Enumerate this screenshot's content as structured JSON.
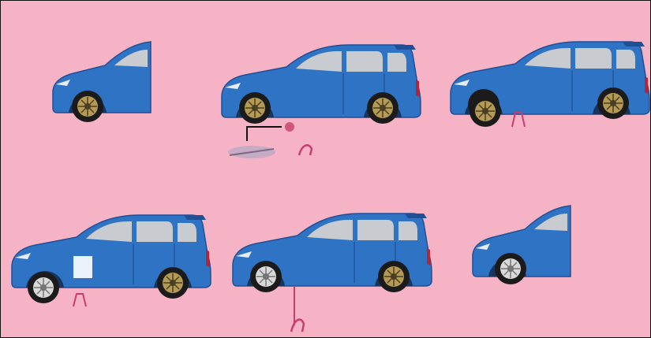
{
  "scene": {
    "background_color": "#f7b3c6",
    "car_color": "#2f73c4",
    "car_dark": "#1f4f96",
    "window_color": "#c8cbd0",
    "tire_color": "#1b1b1b",
    "rim_color": "#b49a55",
    "rim_silver": "#d9d9d9",
    "jack_color": "#c83d6b",
    "tool_color": "#7a6a82"
  },
  "panels": [
    {
      "id": "step-1",
      "kind": "front-cropped-car",
      "wheel": "gold"
    },
    {
      "id": "step-2",
      "kind": "full-car-with-jack-and-tools",
      "wheel": "gold"
    },
    {
      "id": "step-3",
      "kind": "full-car-lifted-wheel-removed",
      "wheel": "gold"
    },
    {
      "id": "step-4",
      "kind": "full-car-new-wheel-fitted",
      "wheel": "silver"
    },
    {
      "id": "step-5",
      "kind": "full-car-lowered-with-jack",
      "wheel": "silver"
    },
    {
      "id": "step-6",
      "kind": "front-cropped-car",
      "wheel": "silver"
    }
  ]
}
